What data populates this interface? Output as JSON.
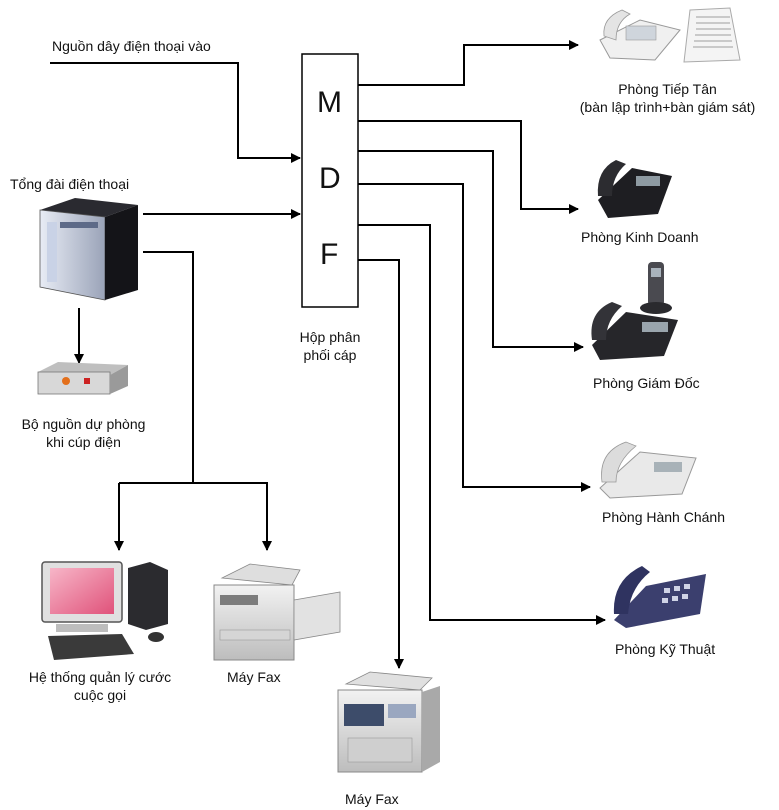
{
  "labels": {
    "incoming_line": "Nguồn dây điện thoại vào",
    "pbx": "Tổng đài điện thoại",
    "ups_line1": "Bộ nguồn dự phòng",
    "ups_line2": "khi cúp điện",
    "billing_line1": "Hệ thống quản lý cước",
    "billing_line2": "cuộc gọi",
    "fax_left": "Máy Fax",
    "fax_bottom": "Máy Fax",
    "mdf_caption_line1": "Hộp phân",
    "mdf_caption_line2": "phối cáp",
    "reception_line1": "Phòng Tiếp Tân",
    "reception_line2": "(bàn lập trình+bàn giám sát)",
    "sales": "Phòng Kinh Doanh",
    "director": "Phòng Giám Đốc",
    "admin": "Phòng Hành Chánh",
    "technical": "Phòng Kỹ Thuật"
  },
  "mdf_letters": [
    "M",
    "D",
    "F"
  ],
  "colors": {
    "line": "#000000",
    "phone_dark": "#1e1e22",
    "phone_white": "#e9e9e9",
    "phone_blue": "#3b3f6e"
  }
}
